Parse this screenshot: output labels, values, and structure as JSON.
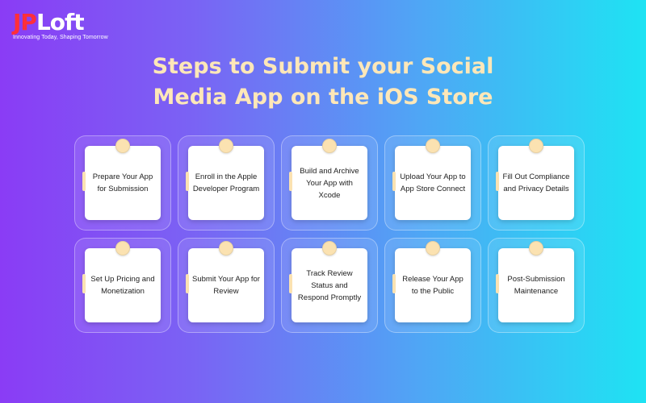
{
  "logo": {
    "jp": "JP",
    "loft": "Loft",
    "tagline": "Innovating Today, Shaping Tomorrow"
  },
  "title": {
    "line1": "Steps to Submit your Social",
    "line2": "Media App on the iOS Store"
  },
  "colors": {
    "title": "#fde7b8",
    "pin": "#fbe2b1",
    "card": "#ffffff",
    "logo_red": "#ff2f3a"
  },
  "steps": [
    {
      "label": "Prepare Your App for Submission"
    },
    {
      "label": "Enroll in the Apple Developer Program"
    },
    {
      "label": "Build and Archive Your App with Xcode"
    },
    {
      "label": "Upload Your App to App Store Connect"
    },
    {
      "label": "Fill Out Compliance and Privacy Details"
    },
    {
      "label": "Set Up Pricing and Monetization"
    },
    {
      "label": "Submit Your App for Review"
    },
    {
      "label": "Track Review Status and Respond Promptly"
    },
    {
      "label": "Release Your App to the Public"
    },
    {
      "label": "Post-Submission Maintenance"
    }
  ]
}
